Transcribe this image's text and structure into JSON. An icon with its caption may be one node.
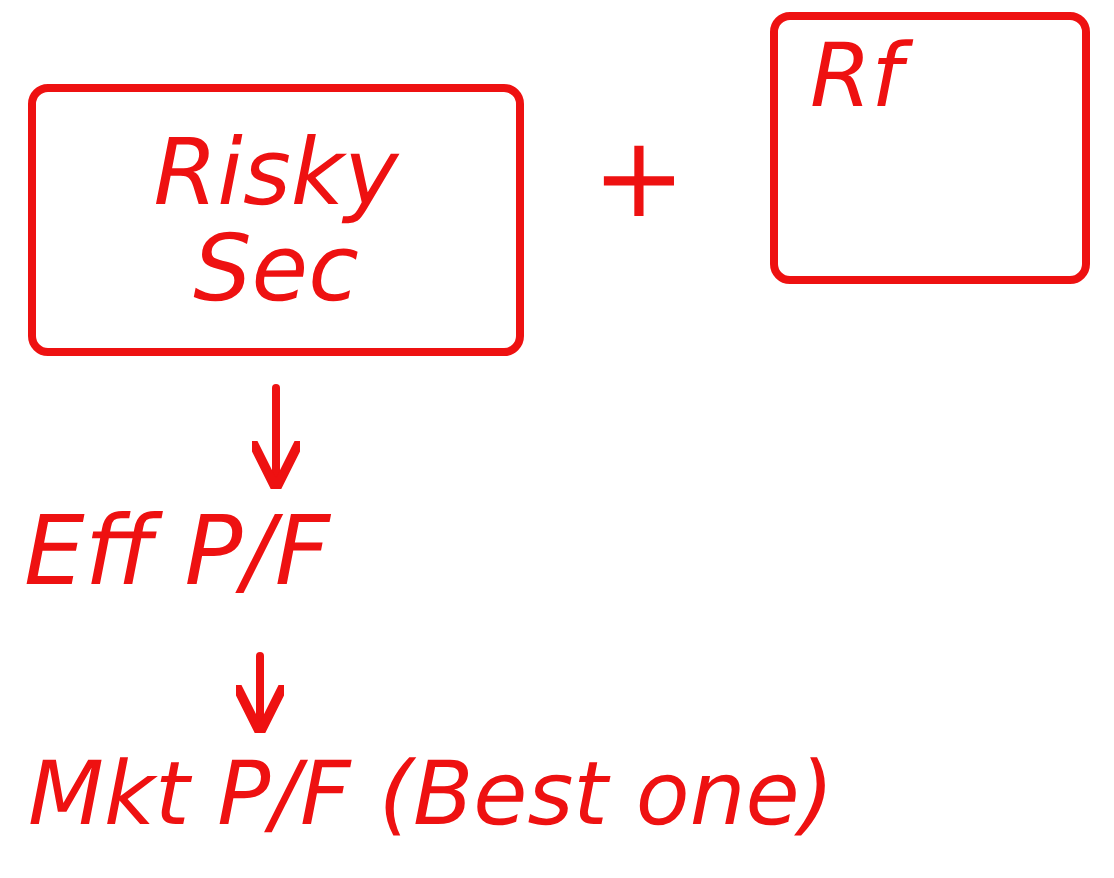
{
  "diagram": {
    "nodes": [
      {
        "text": [
          "Risky Sec"
        ]
      },
      {
        "text": [
          "Rf"
        ]
      },
      {
        "text": [
          "Eff P/F"
        ]
      },
      {
        "text": [
          "Mkt P/F (Best one)"
        ]
      }
    ],
    "edges": [
      {
        "from": 0,
        "to": 2,
        "arrow": "to"
      },
      {
        "from": 2,
        "to": 3,
        "arrow": "to"
      }
    ],
    "labels": [
      "+"
    ]
  }
}
